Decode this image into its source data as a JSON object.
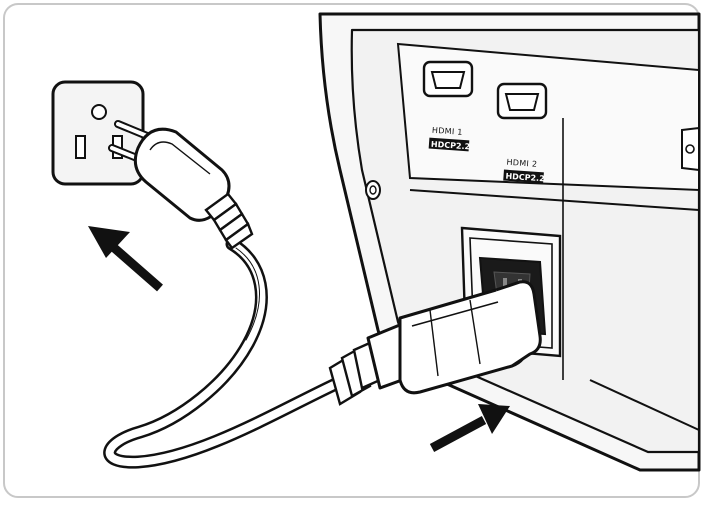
{
  "ports": {
    "hdmi1": {
      "label": "HDMI 1",
      "hdcp": "HDCP2.2"
    },
    "hdmi2": {
      "label": "HDMI 2",
      "hdcp": "HDCP2.2"
    }
  },
  "colors": {
    "outline": "#111111",
    "panel": "#f4f4f4",
    "plug_fill": "#ffffff",
    "socket_dark": "#1a1a1a",
    "frame": "#c8c8c8"
  },
  "icons": {
    "unplug_arrow": "arrow-up-left-icon",
    "plug_in_arrow": "arrow-up-right-icon",
    "wall_outlet": "wall-outlet-icon",
    "ac_inlet": "ac-power-inlet-icon"
  }
}
